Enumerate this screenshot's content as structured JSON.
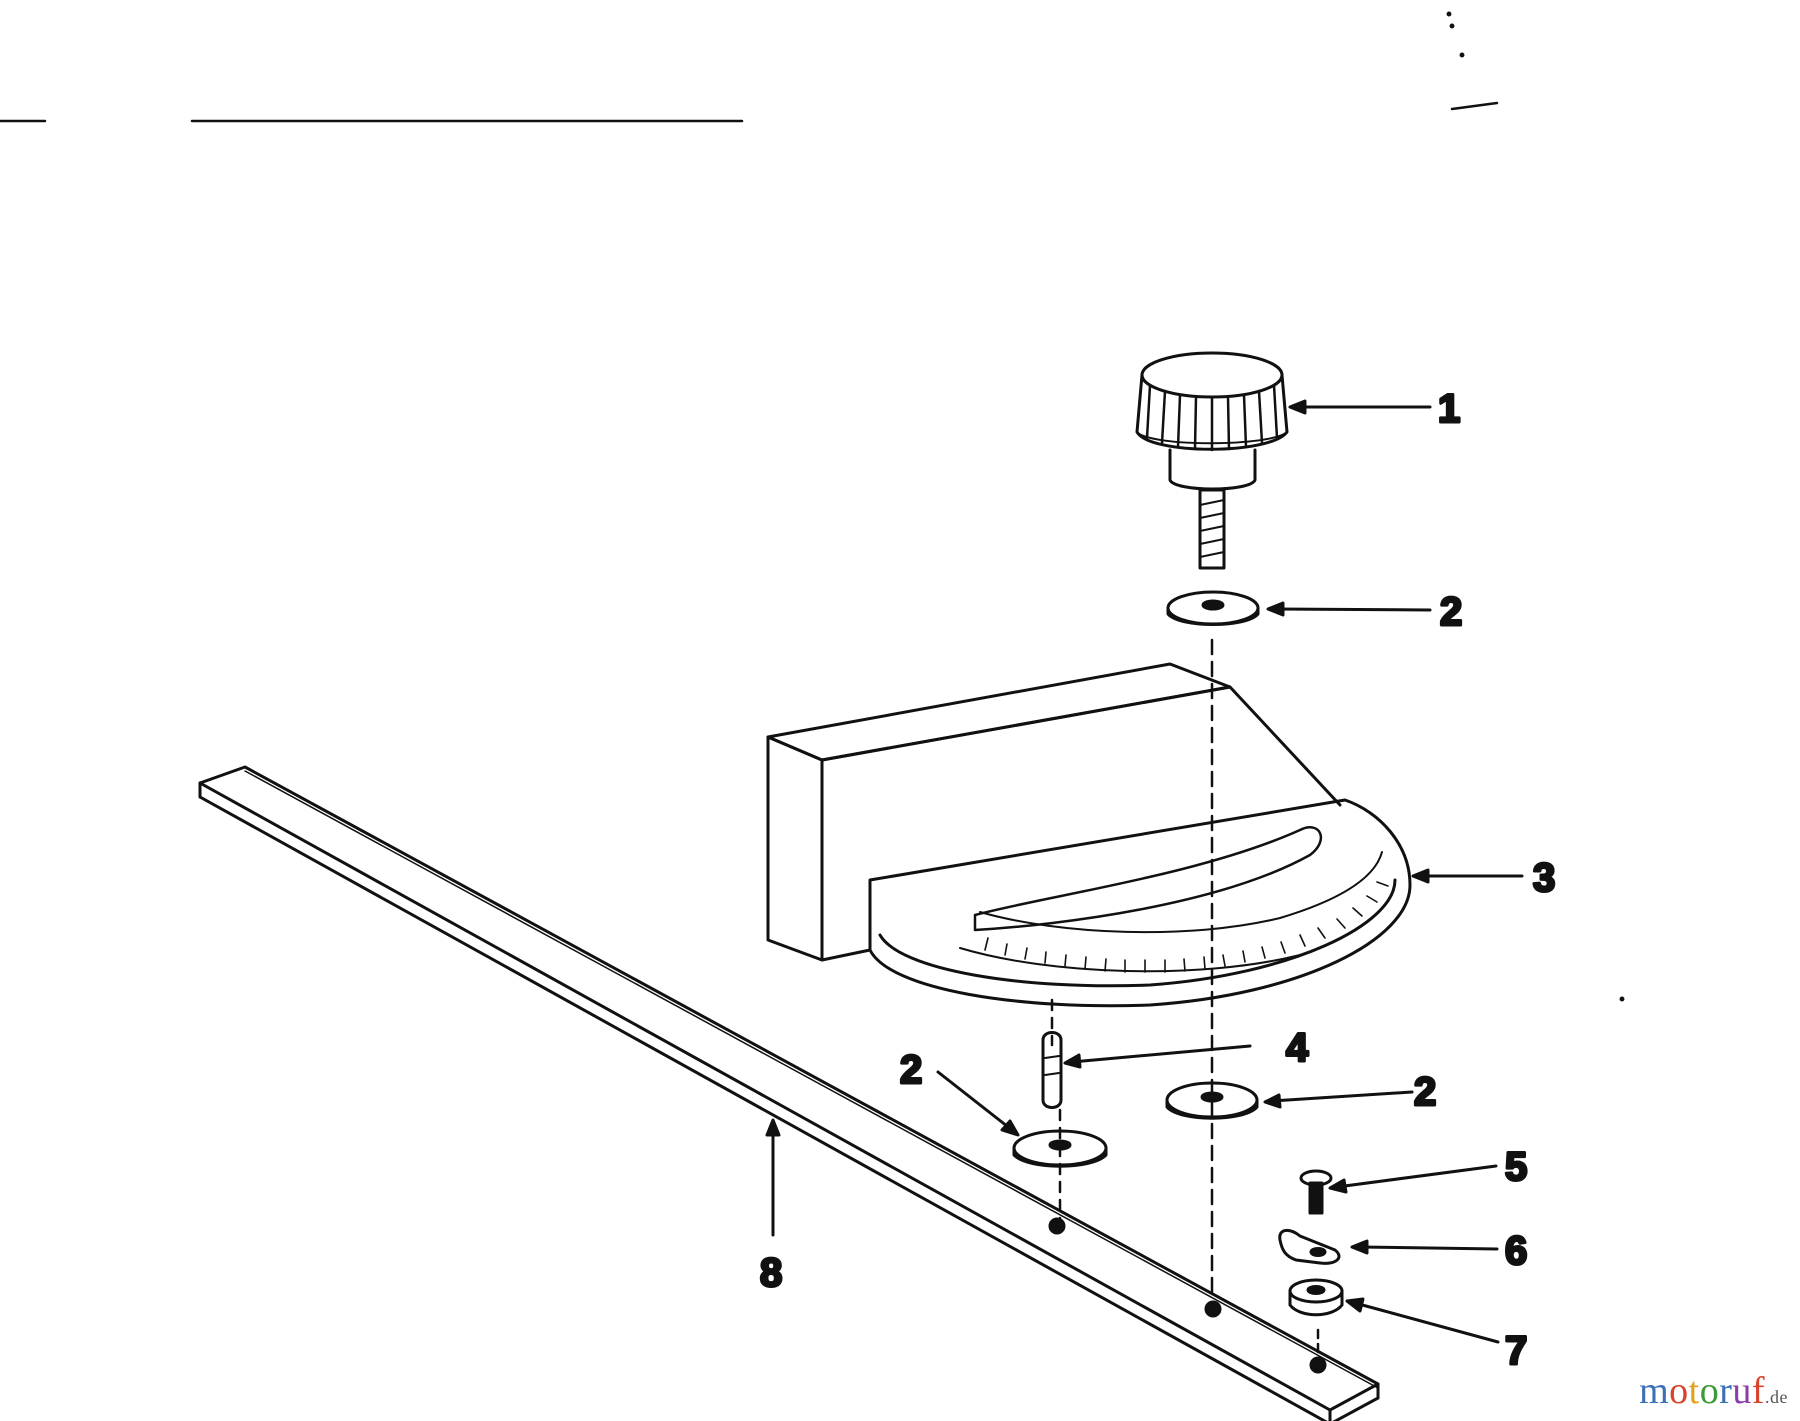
{
  "diagram": {
    "callouts": [
      {
        "id": "c1",
        "label": "1"
      },
      {
        "id": "c2a",
        "label": "2"
      },
      {
        "id": "c3",
        "label": "3"
      },
      {
        "id": "c4",
        "label": "4"
      },
      {
        "id": "c2b",
        "label": "2"
      },
      {
        "id": "c2c",
        "label": "2"
      },
      {
        "id": "c5",
        "label": "5"
      },
      {
        "id": "c6",
        "label": "6"
      },
      {
        "id": "c7",
        "label": "7"
      },
      {
        "id": "c8",
        "label": "8"
      }
    ]
  },
  "watermark": {
    "brand": "motoruf",
    "tld": ".de",
    "colors": [
      "#3b6fb6",
      "#d9432b",
      "#e0a21a",
      "#3b9a3b",
      "#3b6fb6",
      "#8a3fa8",
      "#d9432b"
    ]
  }
}
